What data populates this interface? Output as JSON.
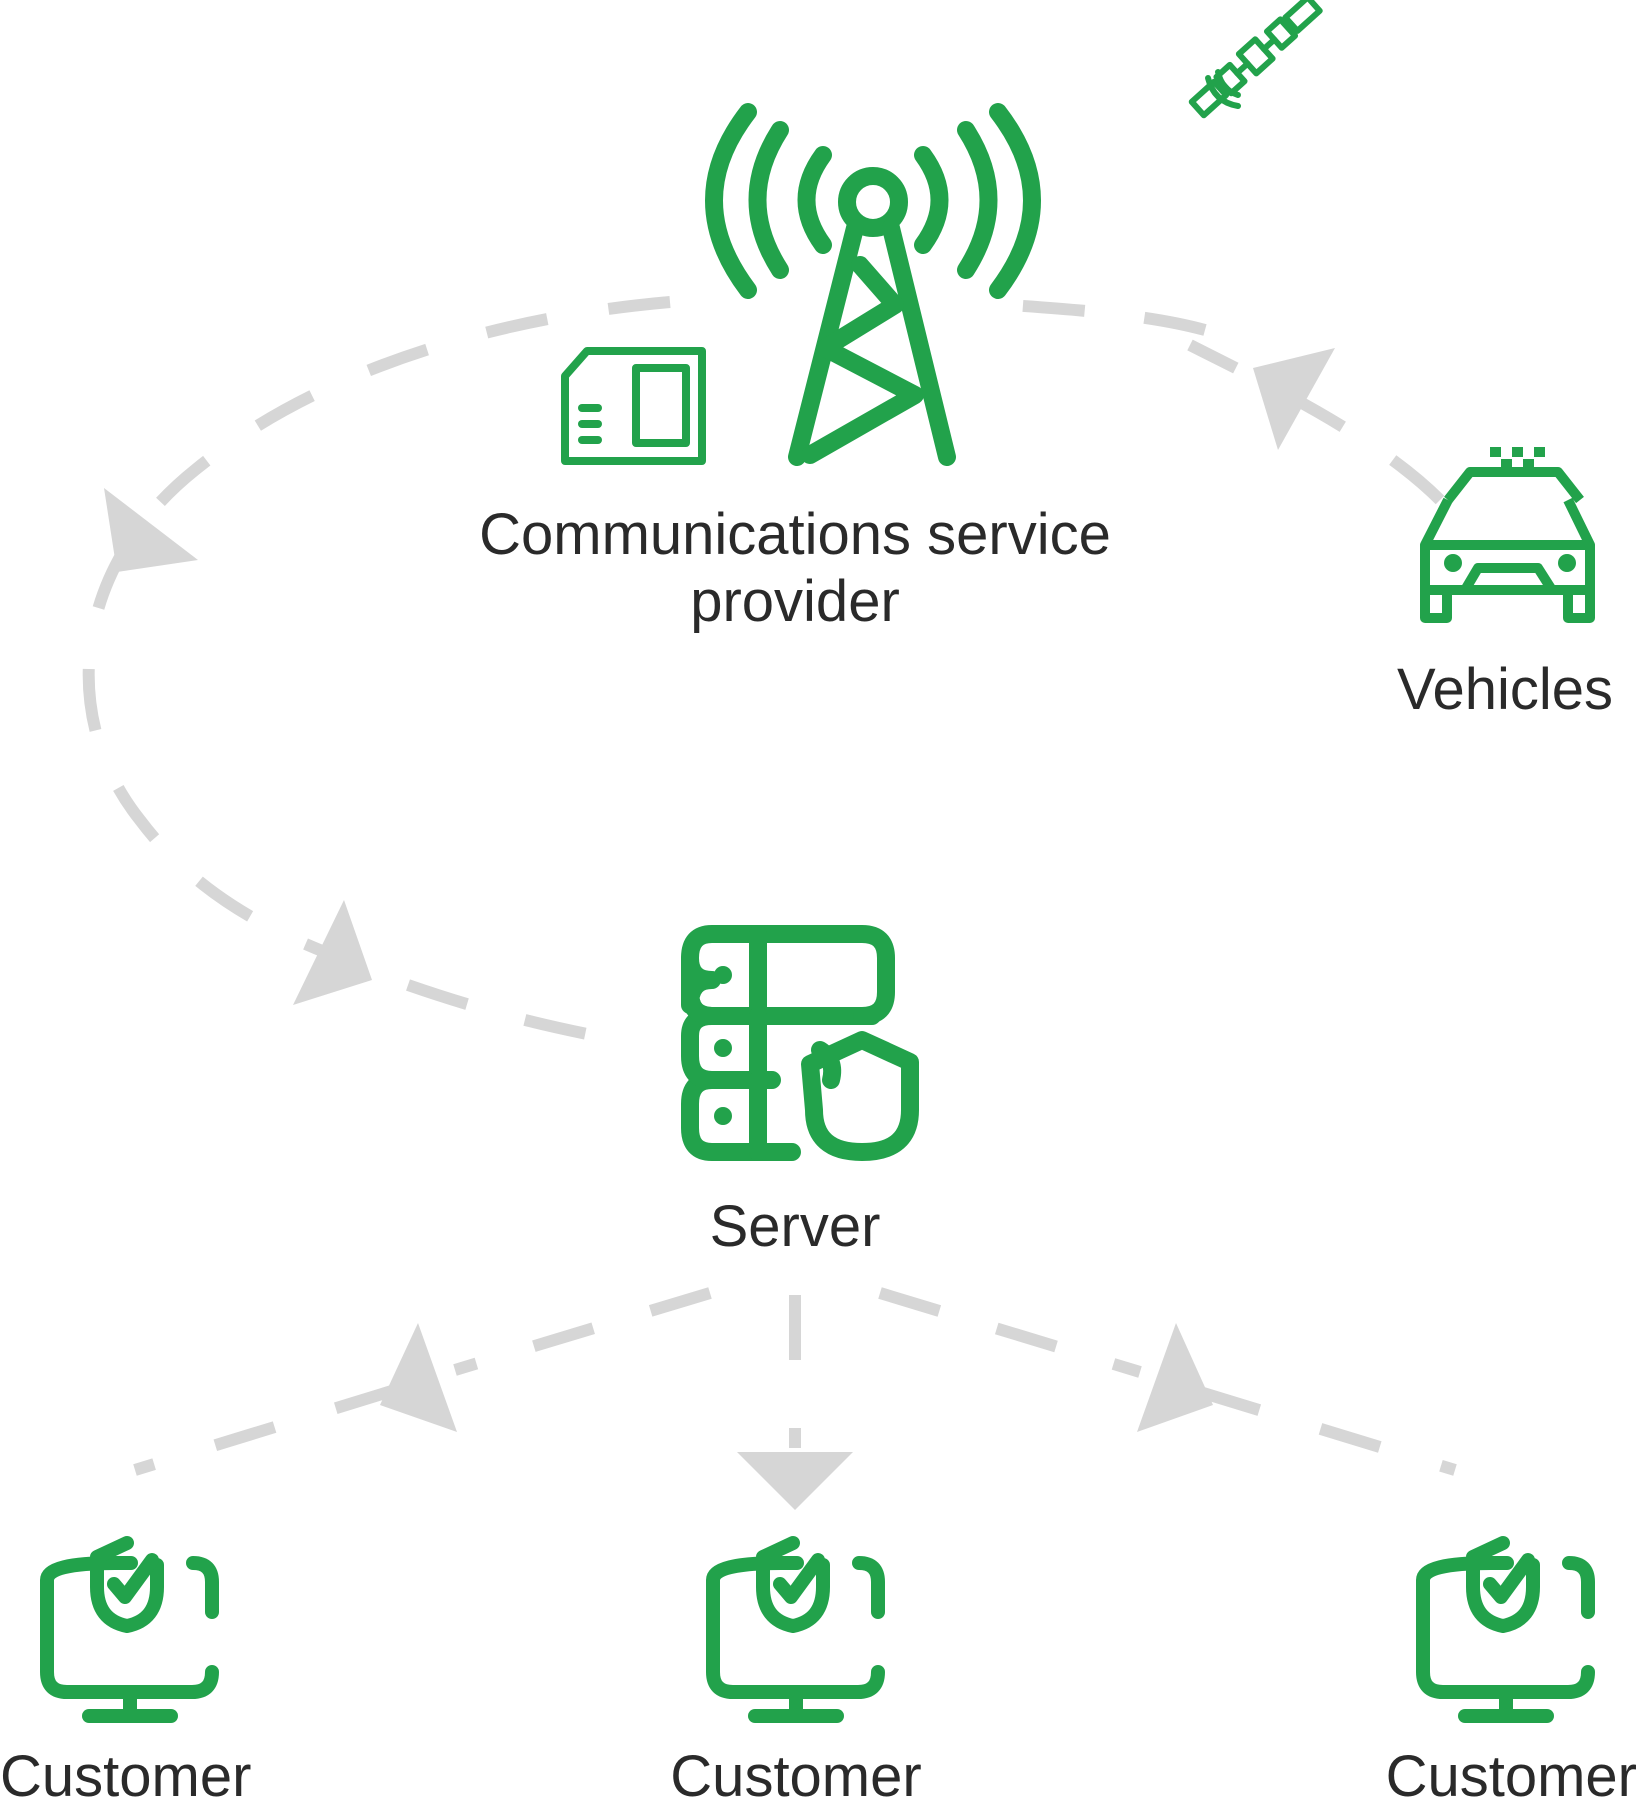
{
  "colors": {
    "icon": "#22a24b",
    "arrow": "#d6d6d6",
    "text": "#2a2a2a",
    "background": "#ffffff"
  },
  "nodes": {
    "csp": {
      "label_line1": "Communications service",
      "label_line2": "provider",
      "icons": [
        "cell-tower-icon",
        "sim-card-icon"
      ]
    },
    "satellite": {
      "icons": [
        "satellite-icon"
      ]
    },
    "vehicles": {
      "label": "Vehicles",
      "icons": [
        "taxi-car-icon"
      ]
    },
    "server": {
      "label": "Server",
      "icons": [
        "secure-server-icon"
      ]
    },
    "customers": [
      {
        "label": "Customer",
        "icons": [
          "secure-monitor-icon"
        ]
      },
      {
        "label": "Customer",
        "icons": [
          "secure-monitor-icon"
        ]
      },
      {
        "label": "Customer",
        "icons": [
          "secure-monitor-icon"
        ]
      }
    ]
  },
  "flows": [
    {
      "from": "vehicles",
      "to": "csp"
    },
    {
      "from": "csp",
      "to": "server"
    },
    {
      "from": "server",
      "to": "customers.0"
    },
    {
      "from": "server",
      "to": "customers.1"
    },
    {
      "from": "server",
      "to": "customers.2"
    }
  ]
}
